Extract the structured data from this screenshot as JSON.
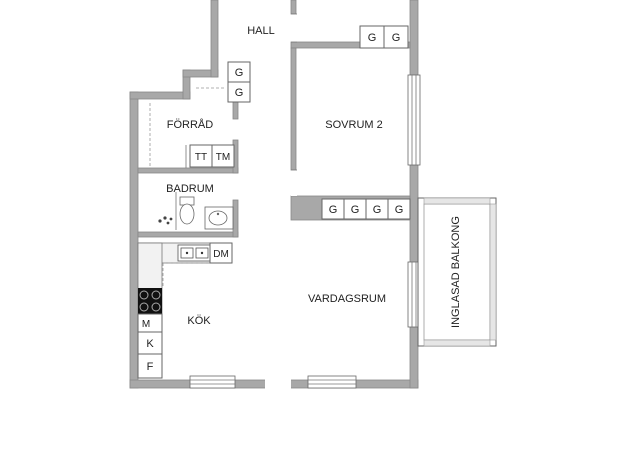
{
  "rooms": {
    "hall": "HALL",
    "sovrum2": "SOVRUM 2",
    "forrad": "FÖRRÅD",
    "badrum": "BADRUM",
    "kok": "KÖK",
    "vardagsrum": "VARDAGSRUM",
    "balkong": "INGLASAD BALKONG"
  },
  "fixtures": {
    "wardrobe": "G",
    "washer": "TT",
    "dryer": "TM",
    "dishwasher": "DM",
    "microwave": "M",
    "fridge": "K",
    "freezer": "F"
  }
}
